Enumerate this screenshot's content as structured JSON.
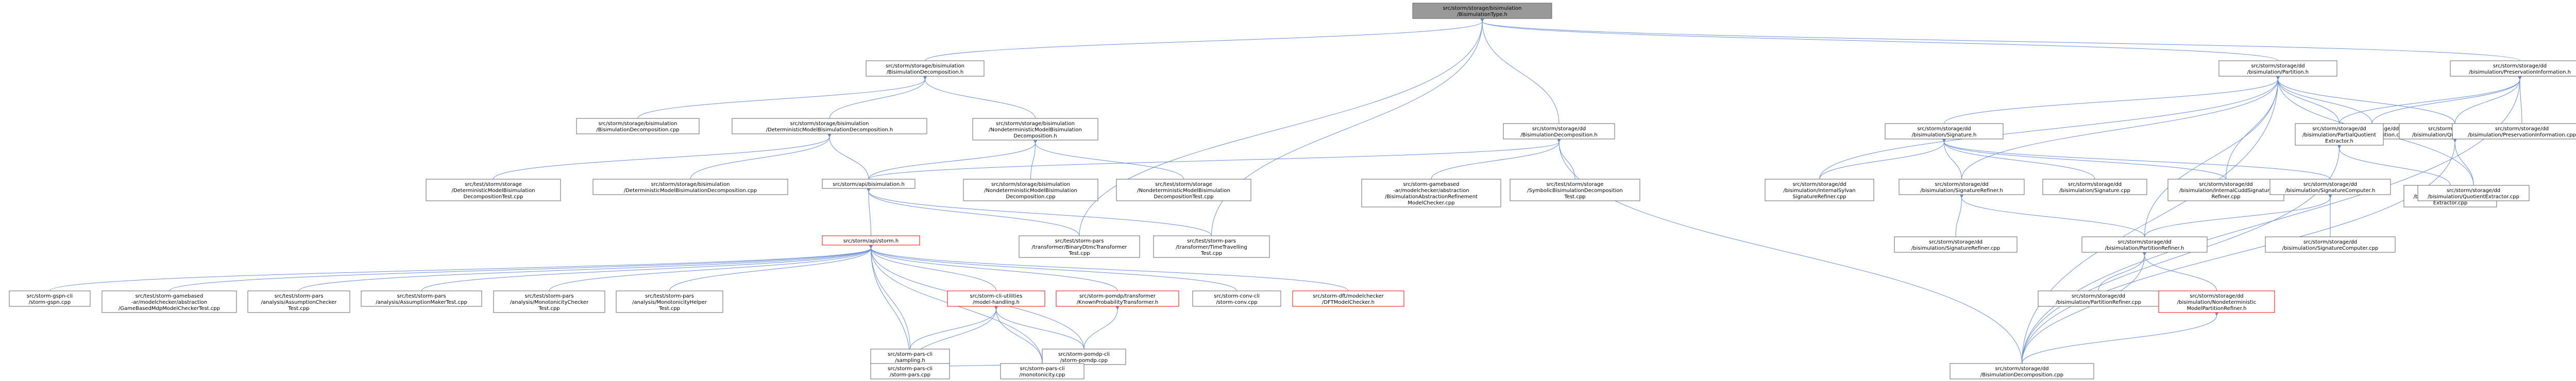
{
  "colors": {
    "edge": "#6a8ed6",
    "node_border": "#666666",
    "node_border_truncated": "#ff0000",
    "root_fill": "#999999"
  },
  "nodes": [
    {
      "id": "n0",
      "lines": [
        "src/storm/storage/bisimulation",
        "/BisimulationType.h"
      ],
      "root": true
    },
    {
      "id": "n1",
      "lines": [
        "src/storm/storage/bisimulation",
        "/BisimulationDecomposition.h"
      ]
    },
    {
      "id": "n2",
      "lines": [
        "src/storm/storage/bisimulation",
        "/BisimulationDecomposition.cpp"
      ]
    },
    {
      "id": "n3",
      "lines": [
        "src/storm/storage/bisimulation",
        "/DeterministicModelBisimulationDecomposition.h"
      ]
    },
    {
      "id": "n4",
      "lines": [
        "src/test/storm/storage",
        "/DeterministicModelBisimulation",
        "DecompositionTest.cpp"
      ]
    },
    {
      "id": "n5",
      "lines": [
        "src/storm/storage/bisimulation",
        "/DeterministicModelBisimulationDecomposition.cpp"
      ]
    },
    {
      "id": "n6",
      "lines": [
        "src/storm/api/bisimulation.h"
      ]
    },
    {
      "id": "n7",
      "lines": [
        "src/storm/storage/bisimulation",
        "/NondeterministicModelBisimulation",
        "Decomposition.h"
      ]
    },
    {
      "id": "n8",
      "lines": [
        "src/storm/storage/bisimulation",
        "/NondeterministicModelBisimulation",
        "Decomposition.cpp"
      ]
    },
    {
      "id": "n9",
      "lines": [
        "src/test/storm/storage",
        "/NondeterministicModelBisimulation",
        "DecompositionTest.cpp"
      ]
    },
    {
      "id": "n10",
      "lines": [
        "src/storm/api/storm.h"
      ],
      "truncated": true
    },
    {
      "id": "n11",
      "lines": [
        "src/storm-gspn-cli",
        "/storm-gspn.cpp"
      ]
    },
    {
      "id": "n12",
      "lines": [
        "src/test/storm-gamebased",
        "-ar/modelchecker/abstraction",
        "/GameBasedMdpModelCheckerTest.cpp"
      ]
    },
    {
      "id": "n13",
      "lines": [
        "src/test/storm-pars",
        "/analysis/AssumptionChecker",
        "Test.cpp"
      ]
    },
    {
      "id": "n14",
      "lines": [
        "src/test/storm-pars",
        "/analysis/AssumptionMakerTest.cpp"
      ]
    },
    {
      "id": "n15",
      "lines": [
        "src/test/storm-pars",
        "/analysis/MonotonicityChecker",
        "Test.cpp"
      ]
    },
    {
      "id": "n16",
      "lines": [
        "src/test/storm-pars",
        "/analysis/MonotonicityHelper",
        "Test.cpp"
      ]
    },
    {
      "id": "n17",
      "lines": [
        "src/storm-cli-utilities",
        "/model-handling.h"
      ],
      "truncated": true
    },
    {
      "id": "n18",
      "lines": [
        "src/storm-pomdp/transformer",
        "/KnownProbabilityTransformer.h"
      ],
      "truncated": true
    },
    {
      "id": "n19",
      "lines": [
        "src/storm-conv-cli",
        "/storm-conv.cpp"
      ]
    },
    {
      "id": "n20",
      "lines": [
        "src/storm-dft/modelchecker",
        "/DFTModelChecker.h"
      ],
      "truncated": true
    },
    {
      "id": "n21",
      "lines": [
        "src/storm-pars-cli",
        "/sampling.h"
      ]
    },
    {
      "id": "n22",
      "lines": [
        "src/storm-pomdp-cli",
        "/storm-pomdp.cpp"
      ]
    },
    {
      "id": "n23",
      "lines": [
        "src/storm-pars-cli",
        "/storm-pars.cpp"
      ]
    },
    {
      "id": "n24",
      "lines": [
        "src/storm-pars-cli",
        "/monotonicity.cpp"
      ]
    },
    {
      "id": "n25",
      "lines": [
        "src/test/storm-pars",
        "/transformer/BinaryDtmcTransformer",
        "Test.cpp"
      ]
    },
    {
      "id": "n26",
      "lines": [
        "src/test/storm-pars",
        "/transformer/TimeTravelling",
        "Test.cpp"
      ]
    },
    {
      "id": "n27",
      "lines": [
        "src/storm/storage/dd",
        "/BisimulationDecomposition.h"
      ]
    },
    {
      "id": "n28",
      "lines": [
        "src/storm-gamebased",
        "-ar/modelchecker/abstraction",
        "/BisimulationAbstractionRefinement",
        "ModelChecker.cpp"
      ]
    },
    {
      "id": "n29",
      "lines": [
        "src/test/storm/storage",
        "/SymbolicBisimulationDecomposition",
        "Test.cpp"
      ]
    },
    {
      "id": "n30",
      "lines": [
        "src/storm/storage/dd",
        "/BisimulationDecomposition.cpp"
      ]
    },
    {
      "id": "n31",
      "lines": [
        "src/storm/storage/dd",
        "/bisimulation/Partition.h"
      ]
    },
    {
      "id": "n32",
      "lines": [
        "src/storm/storage/dd",
        "/bisimulation/Signature.h"
      ]
    },
    {
      "id": "n33",
      "lines": [
        "src/storm/storage/dd",
        "/bisimulation/InternalSylvan",
        "SignatureRefiner.cpp"
      ]
    },
    {
      "id": "n34",
      "lines": [
        "src/storm/storage/dd",
        "/bisimulation/SignatureRefiner.h"
      ]
    },
    {
      "id": "n35",
      "lines": [
        "src/storm/storage/dd",
        "/bisimulation/SignatureRefiner.cpp"
      ]
    },
    {
      "id": "n36",
      "lines": [
        "src/storm/storage/dd",
        "/bisimulation/Signature.cpp"
      ]
    },
    {
      "id": "n37",
      "lines": [
        "src/storm/storage/dd",
        "/bisimulation/InternalCuddSignature",
        "Refiner.cpp"
      ]
    },
    {
      "id": "n38",
      "lines": [
        "src/storm/storage/dd",
        "/bisimulation/SignatureComputer.h"
      ]
    },
    {
      "id": "n39",
      "lines": [
        "src/storm/storage/dd",
        "/bisimulation/SignatureComputer.cpp"
      ]
    },
    {
      "id": "n40",
      "lines": [
        "src/storm/storage/dd",
        "/bisimulation/PartitionRefiner.h"
      ]
    },
    {
      "id": "n41",
      "lines": [
        "src/storm/storage/dd",
        "/bisimulation/PartitionRefiner.cpp"
      ]
    },
    {
      "id": "n42",
      "lines": [
        "src/storm/storage/dd",
        "/bisimulation/Nondeterministic",
        "ModelPartitionRefiner.h"
      ],
      "truncated": true
    },
    {
      "id": "n43",
      "lines": [
        "src/storm/storage/dd",
        "/bisimulation/Partition.cpp"
      ]
    },
    {
      "id": "n44",
      "lines": [
        "src/storm/storage/dd",
        "/bisimulation/PartialQuotient",
        "Extractor.h"
      ]
    },
    {
      "id": "n45",
      "lines": [
        "src/storm/storage/dd",
        "/bisimulation/PartialQuotient",
        "Extractor.cpp"
      ]
    },
    {
      "id": "n46",
      "lines": [
        "src/storm/storage/dd",
        "/bisimulation/QuotientExtractor.h"
      ]
    },
    {
      "id": "n47",
      "lines": [
        "src/storm/storage/dd",
        "/bisimulation/QuotientExtractor.cpp"
      ]
    },
    {
      "id": "n48",
      "lines": [
        "src/storm/storage/dd",
        "/bisimulation/PreservationInformation.h"
      ]
    },
    {
      "id": "n49",
      "lines": [
        "src/storm/storage/dd",
        "/bisimulation/PreservationInformation.cpp"
      ]
    }
  ],
  "edges": [
    [
      "n1",
      "n0"
    ],
    [
      "n27",
      "n0"
    ],
    [
      "n31",
      "n0"
    ],
    [
      "n48",
      "n0"
    ],
    [
      "n25",
      "n0"
    ],
    [
      "n26",
      "n0"
    ],
    [
      "n2",
      "n1"
    ],
    [
      "n3",
      "n1"
    ],
    [
      "n7",
      "n1"
    ],
    [
      "n4",
      "n3"
    ],
    [
      "n5",
      "n3"
    ],
    [
      "n6",
      "n3"
    ],
    [
      "n8",
      "n7"
    ],
    [
      "n9",
      "n7"
    ],
    [
      "n6",
      "n7"
    ],
    [
      "n10",
      "n6"
    ],
    [
      "n25",
      "n6"
    ],
    [
      "n26",
      "n6"
    ],
    [
      "n11",
      "n10"
    ],
    [
      "n12",
      "n10"
    ],
    [
      "n13",
      "n10"
    ],
    [
      "n14",
      "n10"
    ],
    [
      "n15",
      "n10"
    ],
    [
      "n16",
      "n10"
    ],
    [
      "n17",
      "n10"
    ],
    [
      "n18",
      "n10"
    ],
    [
      "n19",
      "n10"
    ],
    [
      "n20",
      "n10"
    ],
    [
      "n21",
      "n10"
    ],
    [
      "n22",
      "n10"
    ],
    [
      "n23",
      "n10"
    ],
    [
      "n24",
      "n10"
    ],
    [
      "n21",
      "n17"
    ],
    [
      "n22",
      "n17"
    ],
    [
      "n23",
      "n17"
    ],
    [
      "n24",
      "n17"
    ],
    [
      "n22",
      "n18"
    ],
    [
      "n23",
      "n21"
    ],
    [
      "n24",
      "n21"
    ],
    [
      "n6",
      "n27"
    ],
    [
      "n28",
      "n27"
    ],
    [
      "n29",
      "n27"
    ],
    [
      "n30",
      "n27"
    ],
    [
      "n30",
      "n31"
    ],
    [
      "n32",
      "n31"
    ],
    [
      "n33",
      "n31"
    ],
    [
      "n34",
      "n31"
    ],
    [
      "n37",
      "n31"
    ],
    [
      "n40",
      "n31"
    ],
    [
      "n43",
      "n31"
    ],
    [
      "n44",
      "n31"
    ],
    [
      "n46",
      "n31"
    ],
    [
      "n47",
      "n31"
    ],
    [
      "n33",
      "n32"
    ],
    [
      "n34",
      "n32"
    ],
    [
      "n36",
      "n32"
    ],
    [
      "n37",
      "n32"
    ],
    [
      "n38",
      "n32"
    ],
    [
      "n35",
      "n34"
    ],
    [
      "n40",
      "n34"
    ],
    [
      "n39",
      "n38"
    ],
    [
      "n40",
      "n38"
    ],
    [
      "n30",
      "n40"
    ],
    [
      "n41",
      "n40"
    ],
    [
      "n42",
      "n40"
    ],
    [
      "n30",
      "n42"
    ],
    [
      "n45",
      "n44"
    ],
    [
      "n30",
      "n44"
    ],
    [
      "n47",
      "n46"
    ],
    [
      "n30",
      "n46"
    ],
    [
      "n30",
      "n48"
    ],
    [
      "n44",
      "n48"
    ],
    [
      "n46",
      "n48"
    ],
    [
      "n49",
      "n48"
    ],
    [
      "n43",
      "n48"
    ]
  ]
}
